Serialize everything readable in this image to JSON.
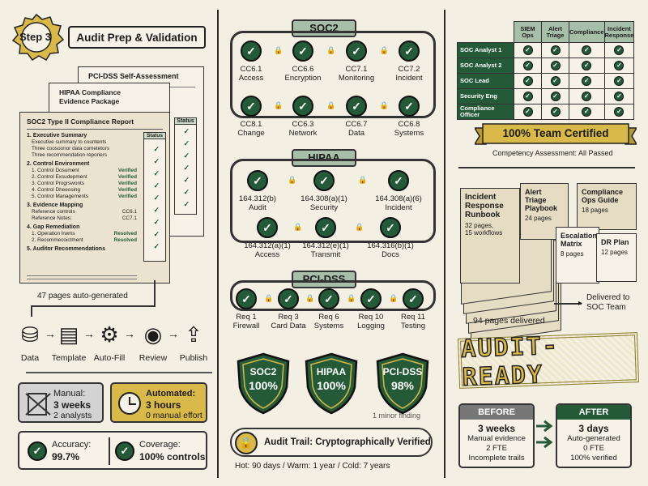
{
  "step": {
    "number": "Step 3",
    "title": "Audit Prep & Validation"
  },
  "documents": {
    "pci_title": "PCI-DSS Self-Assessment",
    "hipaa_title": "HIPAA Compliance Evidence Package",
    "soc2_title": "SOC2 Type II Compliance Report",
    "status_label": "Status",
    "sections": [
      {
        "title": "1. Executive Summary",
        "items": [
          "Executive summary to countents",
          "Three coosoonor data cometetors",
          "Three recommendation reporiers"
        ]
      },
      {
        "title": "2. Control Environment",
        "items": [
          {
            "label": "1. Control Dosument",
            "status": "Verified"
          },
          {
            "label": "2. Control Exsudepment",
            "status": "Verified"
          },
          {
            "label": "3. Control Progrswonts",
            "status": "Verified"
          },
          {
            "label": "4. Control Dheeosing",
            "status": "Verified"
          },
          {
            "label": "5. Control Managements",
            "status": "Verified"
          }
        ]
      },
      {
        "title": "3. Evidence Mapping",
        "items": [
          {
            "label": "Reference controls",
            "value": "CC6.1"
          },
          {
            "label": "Reference Notes:",
            "value": "CC7.1"
          }
        ]
      },
      {
        "title": "4. Gap Remediation",
        "items": [
          {
            "label": "1. Operation lrwms",
            "status": "Resolved"
          },
          {
            "label": "2. Recommecoictment",
            "status": "Resolved"
          }
        ]
      },
      {
        "title": "5. Auditor Recommendations",
        "items": []
      }
    ],
    "pages_note": "47 pages auto-generated"
  },
  "flow": {
    "steps": [
      "Data",
      "Template",
      "Auto-Fill",
      "Review",
      "Publish"
    ]
  },
  "comparison": {
    "manual_label": "Manual:",
    "manual_value": "3 weeks",
    "manual_sub": "2 analysts",
    "auto_label": "Automated:",
    "auto_value": "3 hours",
    "auto_sub": "0 manual effort"
  },
  "metrics": {
    "accuracy_label": "Accuracy:",
    "accuracy_value": "99.7%",
    "coverage_label": "Coverage:",
    "coverage_value": "100% controls"
  },
  "soc2": {
    "title": "SOC2",
    "controls": [
      {
        "id": "CC6.1",
        "name": "Access"
      },
      {
        "id": "CC6.6",
        "name": "Encryption"
      },
      {
        "id": "CC7.1",
        "name": "Monitoring"
      },
      {
        "id": "CC7.2",
        "name": "Incident"
      },
      {
        "id": "CC8.1",
        "name": "Change"
      },
      {
        "id": "CC6.3",
        "name": "Network"
      },
      {
        "id": "CC6.7",
        "name": "Data"
      },
      {
        "id": "CC6.8",
        "name": "Systems"
      }
    ]
  },
  "hipaa": {
    "title": "HIPAA",
    "controls": [
      {
        "id": "164.312(b)",
        "name": "Audit"
      },
      {
        "id": "164.308(a)(1)",
        "name": "Security"
      },
      {
        "id": "164.308(a)(6)",
        "name": "Incident"
      },
      {
        "id": "164.312(a)(1)",
        "name": "Access"
      },
      {
        "id": "164.312(e)(1)",
        "name": "Transmit"
      },
      {
        "id": "164.316(b)(1)",
        "name": "Docs"
      }
    ]
  },
  "pcidss": {
    "title": "PCI-DSS",
    "controls": [
      {
        "id": "Req 1",
        "name": "Firewall"
      },
      {
        "id": "Req 3",
        "name": "Card Data"
      },
      {
        "id": "Req 6",
        "name": "Systems"
      },
      {
        "id": "Req 10",
        "name": "Logging"
      },
      {
        "id": "Req 11",
        "name": "Testing"
      }
    ]
  },
  "shields": [
    {
      "name": "SOC2",
      "value": "100%"
    },
    {
      "name": "HIPAA",
      "value": "100%"
    },
    {
      "name": "PCI-DSS",
      "value": "98%"
    }
  ],
  "minor_finding": "1 minor finding",
  "audit_trail": {
    "label": "Audit Trail: Cryptographically Verified",
    "retention": "Hot: 90 days / Warm: 1 year / Cold: 7 years"
  },
  "team": {
    "columns": [
      "SIEM Ops",
      "Alert Triage",
      "Compliance",
      "Incident Response"
    ],
    "rows": [
      "SOC Analyst 1",
      "SOC Analyst 2",
      "SOC Lead",
      "Security Eng",
      "Compliance Officer"
    ],
    "banner": "100% Team Certified",
    "note": "Competency Assessment: All Passed"
  },
  "runbooks": {
    "items": [
      {
        "title": "Incident Response Runbook",
        "sub1": "32 pages,",
        "sub2": "15 workflows"
      },
      {
        "title": "Alert Triage Playbook",
        "sub1": "24 pages",
        "sub2": ""
      },
      {
        "title": "Compliance Ops Guide",
        "sub1": "18 pages",
        "sub2": ""
      },
      {
        "title": "Escalation Matrix",
        "sub1": "8 pages",
        "sub2": ""
      },
      {
        "title": "DR Plan",
        "sub1": "12 pages",
        "sub2": ""
      }
    ],
    "total": "94 pages delivered",
    "delivered": "Delivered to SOC Team"
  },
  "stamp": "AUDIT-READY",
  "before": {
    "label": "BEFORE",
    "value": "3 weeks",
    "lines": [
      "Manual evidence",
      "2 FTE",
      "Incomplete trails"
    ]
  },
  "after": {
    "label": "AFTER",
    "value": "3 days",
    "lines": [
      "Auto-generated",
      "0 FTE",
      "100% verified"
    ]
  },
  "colors": {
    "green": "#245a37",
    "sage": "#a7bfa8",
    "gold": "#d9b94a",
    "cream": "#f4efe3"
  }
}
